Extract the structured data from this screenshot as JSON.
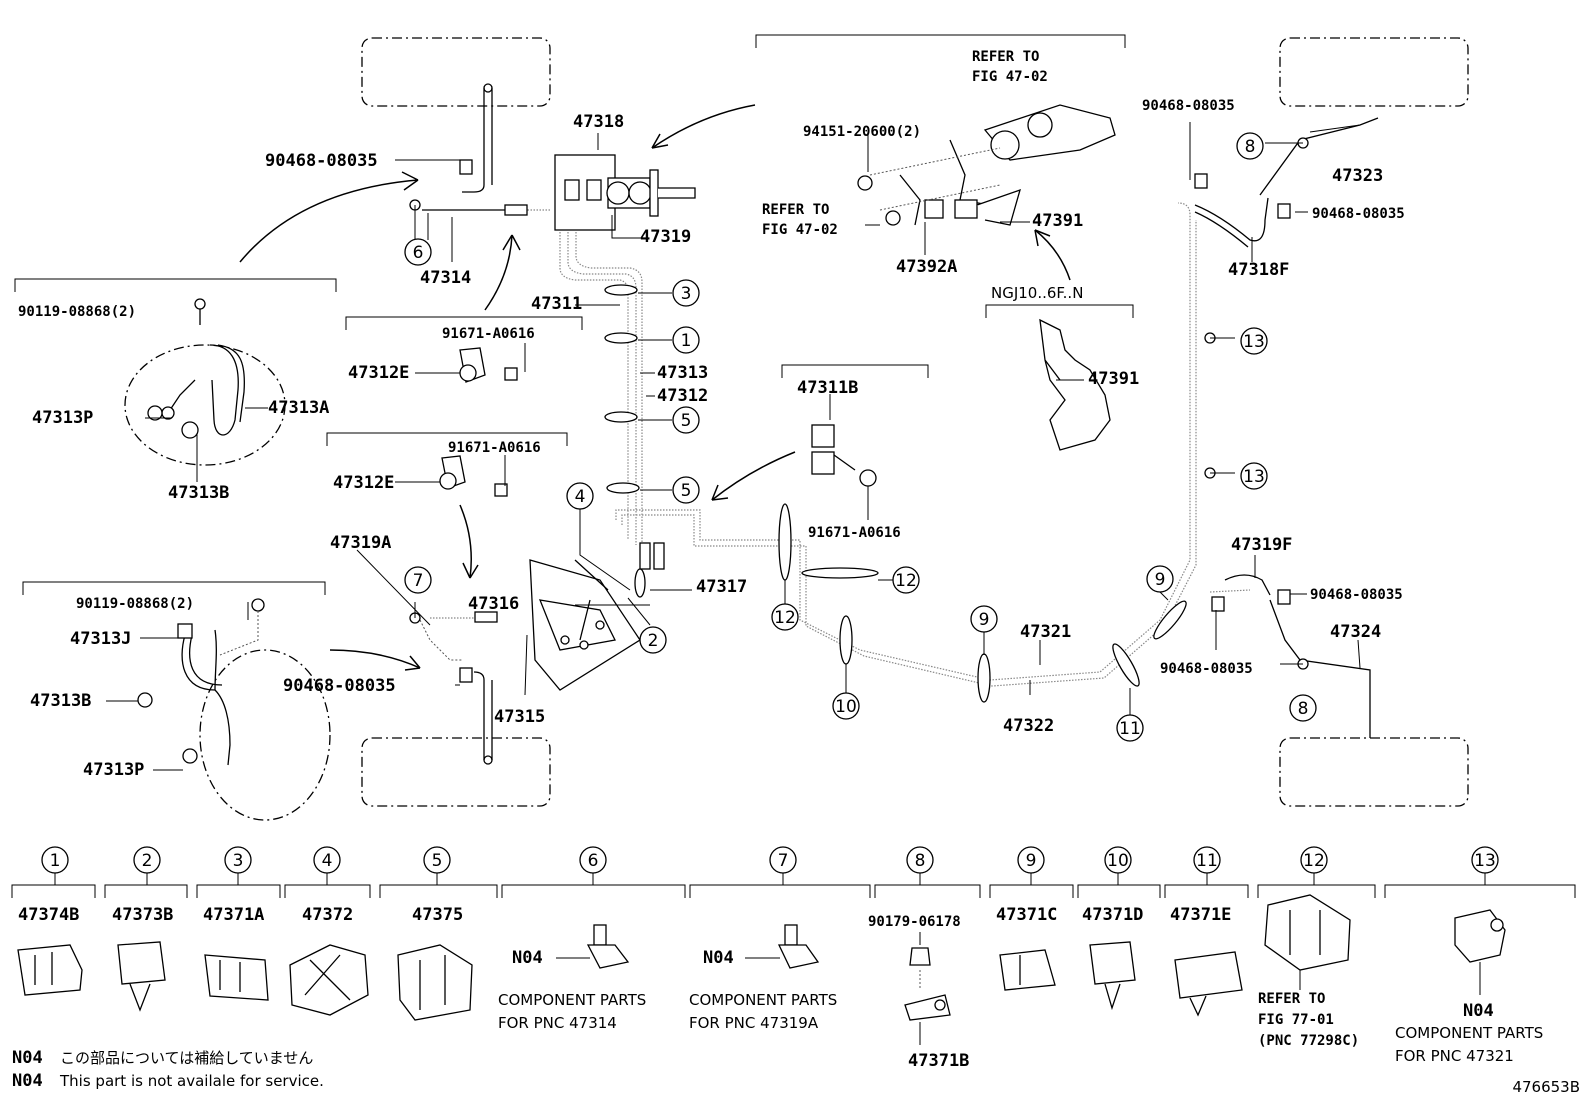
{
  "labels": {
    "p90468_a": "90468-08035",
    "p47314": "47314",
    "p47318": "47318",
    "p47319": "47319",
    "p47311": "47311",
    "p90119_a": "90119-08868(2)",
    "p47313p_a": "47313P",
    "p47313a": "47313A",
    "p47313b_a": "47313B",
    "p91671_a": "91671-A0616",
    "p47312e_a": "47312E",
    "p47313": "47313",
    "p47312": "47312",
    "p91671_b": "91671-A0616",
    "p47312e_b": "47312E",
    "p47319a": "47319A",
    "p47316": "47316",
    "p47317": "47317",
    "p47315": "47315",
    "p90468_b": "90468-08035",
    "p90119_b": "90119-08868(2)",
    "p47313j": "47313J",
    "p47313b_b": "47313B",
    "p47313p_b": "47313P",
    "refer_to_1": "REFER TO",
    "fig_4702_1": "FIG 47-02",
    "p94151": "94151-20600(2)",
    "refer_to_2": "REFER TO",
    "fig_4702_2": "FIG 47-02",
    "p47391_a": "47391",
    "p47392a": "47392A",
    "ngj": "NGJ10..6F..N",
    "p47391_b": "47391",
    "p47311b": "47311B",
    "p91671_c": "91671-A0616",
    "p47321": "47321",
    "p47322": "47322",
    "p90468_c": "90468-08035",
    "p47323": "47323",
    "p90468_d": "90468-08035",
    "p47318f": "47318F",
    "p47319f": "47319F",
    "p90468_e": "90468-08035",
    "p90468_f": "90468-08035",
    "p47324": "47324"
  },
  "callouts": [
    "1",
    "2",
    "3",
    "4",
    "5",
    "5",
    "6",
    "7",
    "8",
    "8",
    "9",
    "9",
    "10",
    "11",
    "12",
    "12",
    "13",
    "13"
  ],
  "legend": [
    {
      "num": "1",
      "part": "47374B"
    },
    {
      "num": "2",
      "part": "47373B"
    },
    {
      "num": "3",
      "part": "47371A"
    },
    {
      "num": "4",
      "part": "47372"
    },
    {
      "num": "5",
      "part": "47375"
    },
    {
      "num": "6",
      "part": "N04",
      "note1": "COMPONENT PARTS",
      "note2": "FOR PNC 47314"
    },
    {
      "num": "7",
      "part": "N04",
      "note1": "COMPONENT PARTS",
      "note2": "FOR PNC 47319A"
    },
    {
      "num": "8",
      "part": "90179-06178",
      "part2": "47371B"
    },
    {
      "num": "9",
      "part": "47371C"
    },
    {
      "num": "10",
      "part": "47371D"
    },
    {
      "num": "11",
      "part": "47371E"
    },
    {
      "num": "12",
      "note1": "REFER TO",
      "note2": "FIG 77-01",
      "note3": "(PNC 77298C)"
    },
    {
      "num": "13",
      "part": "N04",
      "note1": "COMPONENT PARTS",
      "note2": "FOR PNC 47321"
    }
  ],
  "footnotes": [
    {
      "code": "N04",
      "text": "この部品については補給していません"
    },
    {
      "code": "N04",
      "text": "This part is not availale for service."
    }
  ],
  "figure_id": "476653B"
}
